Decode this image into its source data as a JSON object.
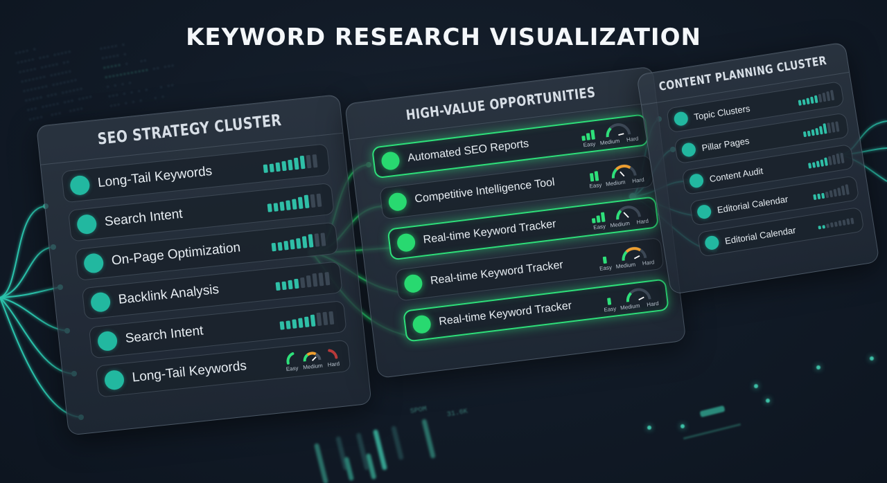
{
  "title": "KEYWORD RESEARCH VISUALIZATION",
  "colors": {
    "background": "#121b27",
    "teal_accent": "#22b8a0",
    "green_accent": "#2ee07a",
    "gauge_orange": "#f0a030",
    "gauge_red": "#b83a3a",
    "bar_inactive": "#3a4653"
  },
  "seo_cluster": {
    "title": "SEO STRATEGY CLUSTER",
    "items": [
      {
        "label": "Long-Tail Keywords",
        "bars_on": 7,
        "bars_total": 9
      },
      {
        "label": "Search Intent",
        "bars_on": 7,
        "bars_total": 9
      },
      {
        "label": "On-Page Optimization",
        "bars_on": 7,
        "bars_total": 9
      },
      {
        "label": "Backlink Analysis",
        "bars_on": 4,
        "bars_total": 9
      },
      {
        "label": "Search Intent",
        "bars_on": 6,
        "bars_total": 9
      },
      {
        "label": "Long-Tail Keywords",
        "difficulty": {
          "easy": "Easy",
          "medium": "Medium",
          "hard": "Hard"
        }
      }
    ]
  },
  "high_value": {
    "title": "HIGH-VALUE OPPORTUNITIES",
    "items": [
      {
        "label": "Automated SEO Reports",
        "highlighted": true,
        "easy_bars": 3,
        "gauge": "easy",
        "easy": "Easy",
        "medium": "Medium",
        "hard": "Hard"
      },
      {
        "label": "Competitive Intelligence Tool",
        "highlighted": false,
        "easy_bars": 2,
        "gauge": "medium",
        "easy": "Easy",
        "medium": "Medium",
        "hard": "Hard"
      },
      {
        "label": "Real-time Keyword Tracker",
        "highlighted": true,
        "easy_bars": 3,
        "gauge": "easy",
        "easy": "Easy",
        "medium": "Medium",
        "hard": "Hard"
      },
      {
        "label": "Real-time Keyword Tracker",
        "highlighted": false,
        "easy_bars": 1,
        "gauge": "medium",
        "easy": "Easy",
        "medium": "Medium",
        "hard": "Hard"
      },
      {
        "label": "Real-time Keyword Tracker",
        "highlighted": true,
        "easy_bars": 1,
        "gauge": "easy",
        "easy": "Easy",
        "medium": "Medium",
        "hard": "Hard"
      }
    ]
  },
  "content_cluster": {
    "title": "CONTENT PLANNING CLUSTER",
    "items": [
      {
        "label": "Topic Clusters",
        "bars_on": 5,
        "bars_total": 9
      },
      {
        "label": "Pillar Pages",
        "bars_on": 6,
        "bars_total": 9
      },
      {
        "label": "Content Audit",
        "bars_on": 5,
        "bars_total": 9
      },
      {
        "label": "Editorial Calendar",
        "bars_on": 3,
        "bars_total": 9
      },
      {
        "label": "Editorial Calendar",
        "bars_on": 2,
        "bars_total": 9
      }
    ]
  },
  "background_chart": {
    "label_1": "SPOM",
    "label_2": "31.6K"
  }
}
